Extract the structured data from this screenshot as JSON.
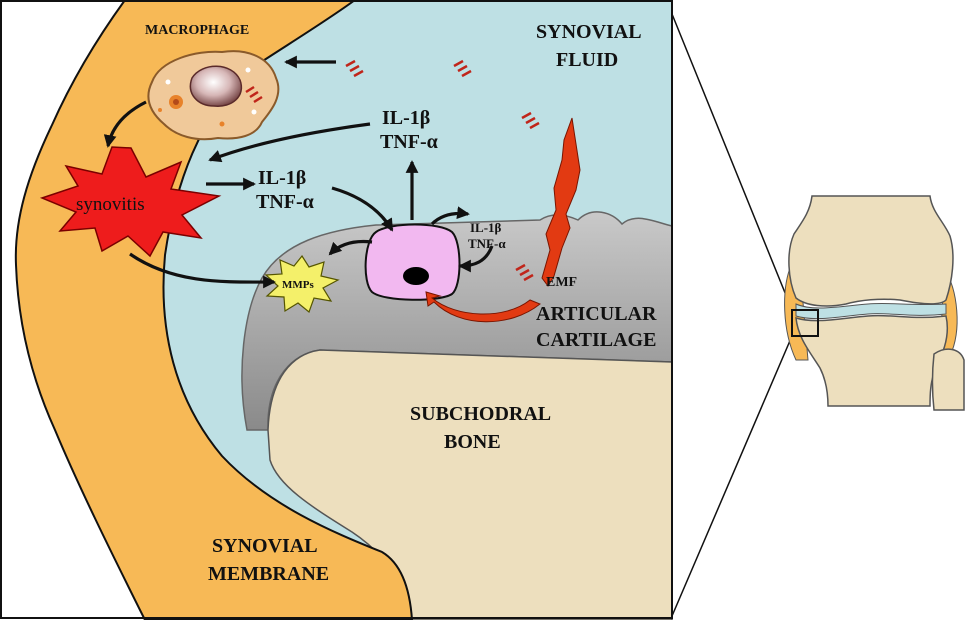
{
  "labels": {
    "macrophage": "MACROPHAGE",
    "synovial_fluid_1": "SYNOVIAL",
    "synovial_fluid_2": "FLUID",
    "synovitis": "synovitis",
    "cytokine_upper_1": "IL-1β",
    "cytokine_upper_2": "TNF-α",
    "cytokine_mid_1": "IL-1β",
    "cytokine_mid_2": "TNF-α",
    "cytokine_small_1": "IL-1β",
    "cytokine_small_2": "TNF-α",
    "mmps": "MMPs",
    "emf": "EMF",
    "cartilage_1": "ARTICULAR",
    "cartilage_2": "CARTILAGE",
    "bone_1": "SUBCHODRAL",
    "bone_2": "BONE",
    "membrane_1": "SYNOVIAL",
    "membrane_2": "MEMBRANE"
  },
  "colors": {
    "synovial_membrane": "#F7B956",
    "synovial_fluid": "#BEE0E4",
    "articular_cartilage": "#9B9B9B",
    "subchondral_bone": "#EDDFBE",
    "synovitis_burst": "#EE1C1C",
    "mmps_burst": "#F4F06A",
    "chondrocyte": "#F2B8F0",
    "emf_arrow": "#E23A12",
    "knee_bone": "#EDDFBE",
    "knee_gap": "#BEE0E4"
  }
}
